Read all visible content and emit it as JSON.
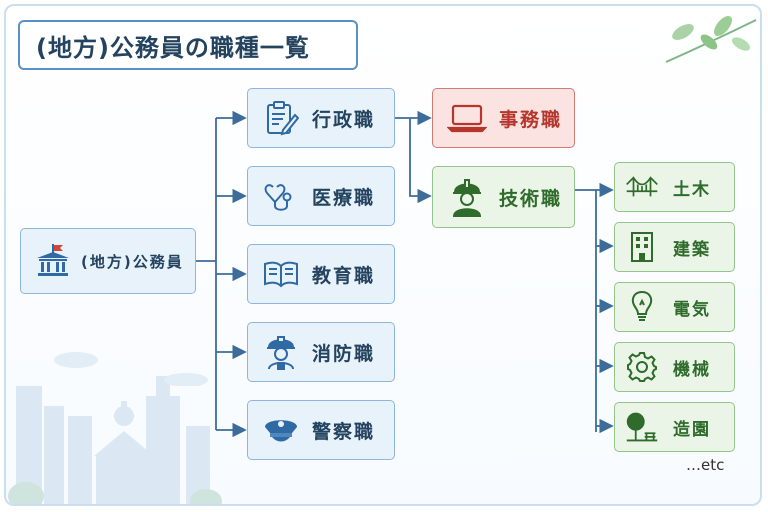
{
  "title": "(地方)公務員の職種一覧",
  "root": {
    "label": "(地方)公務員",
    "icon": "government-building-icon"
  },
  "branches": [
    {
      "label": "行政職",
      "icon": "clipboard-pen-icon"
    },
    {
      "label": "医療職",
      "icon": "stethoscope-icon"
    },
    {
      "label": "教育職",
      "icon": "open-book-icon"
    },
    {
      "label": "消防職",
      "icon": "firefighter-icon"
    },
    {
      "label": "警察職",
      "icon": "police-cap-icon"
    }
  ],
  "admin_children": [
    {
      "label": "事務職",
      "icon": "laptop-icon"
    },
    {
      "label": "技術職",
      "icon": "engineer-hardhat-icon"
    }
  ],
  "tech_children": [
    {
      "label": "土木",
      "icon": "bridge-icon"
    },
    {
      "label": "建築",
      "icon": "building-icon"
    },
    {
      "label": "電気",
      "icon": "lightbulb-icon"
    },
    {
      "label": "機械",
      "icon": "gear-icon"
    },
    {
      "label": "造園",
      "icon": "tree-bench-icon"
    }
  ],
  "etc_label": "…etc",
  "colors": {
    "blue_fill": "#e8f2fb",
    "blue_border": "#8db6da",
    "red_fill": "#fbe3e1",
    "red_border": "#d27a74",
    "red_text": "#b5362d",
    "green_fill": "#eaf5e7",
    "green_border": "#94c48a",
    "green_text": "#2f6b2b",
    "connector": "#3d6c99"
  }
}
